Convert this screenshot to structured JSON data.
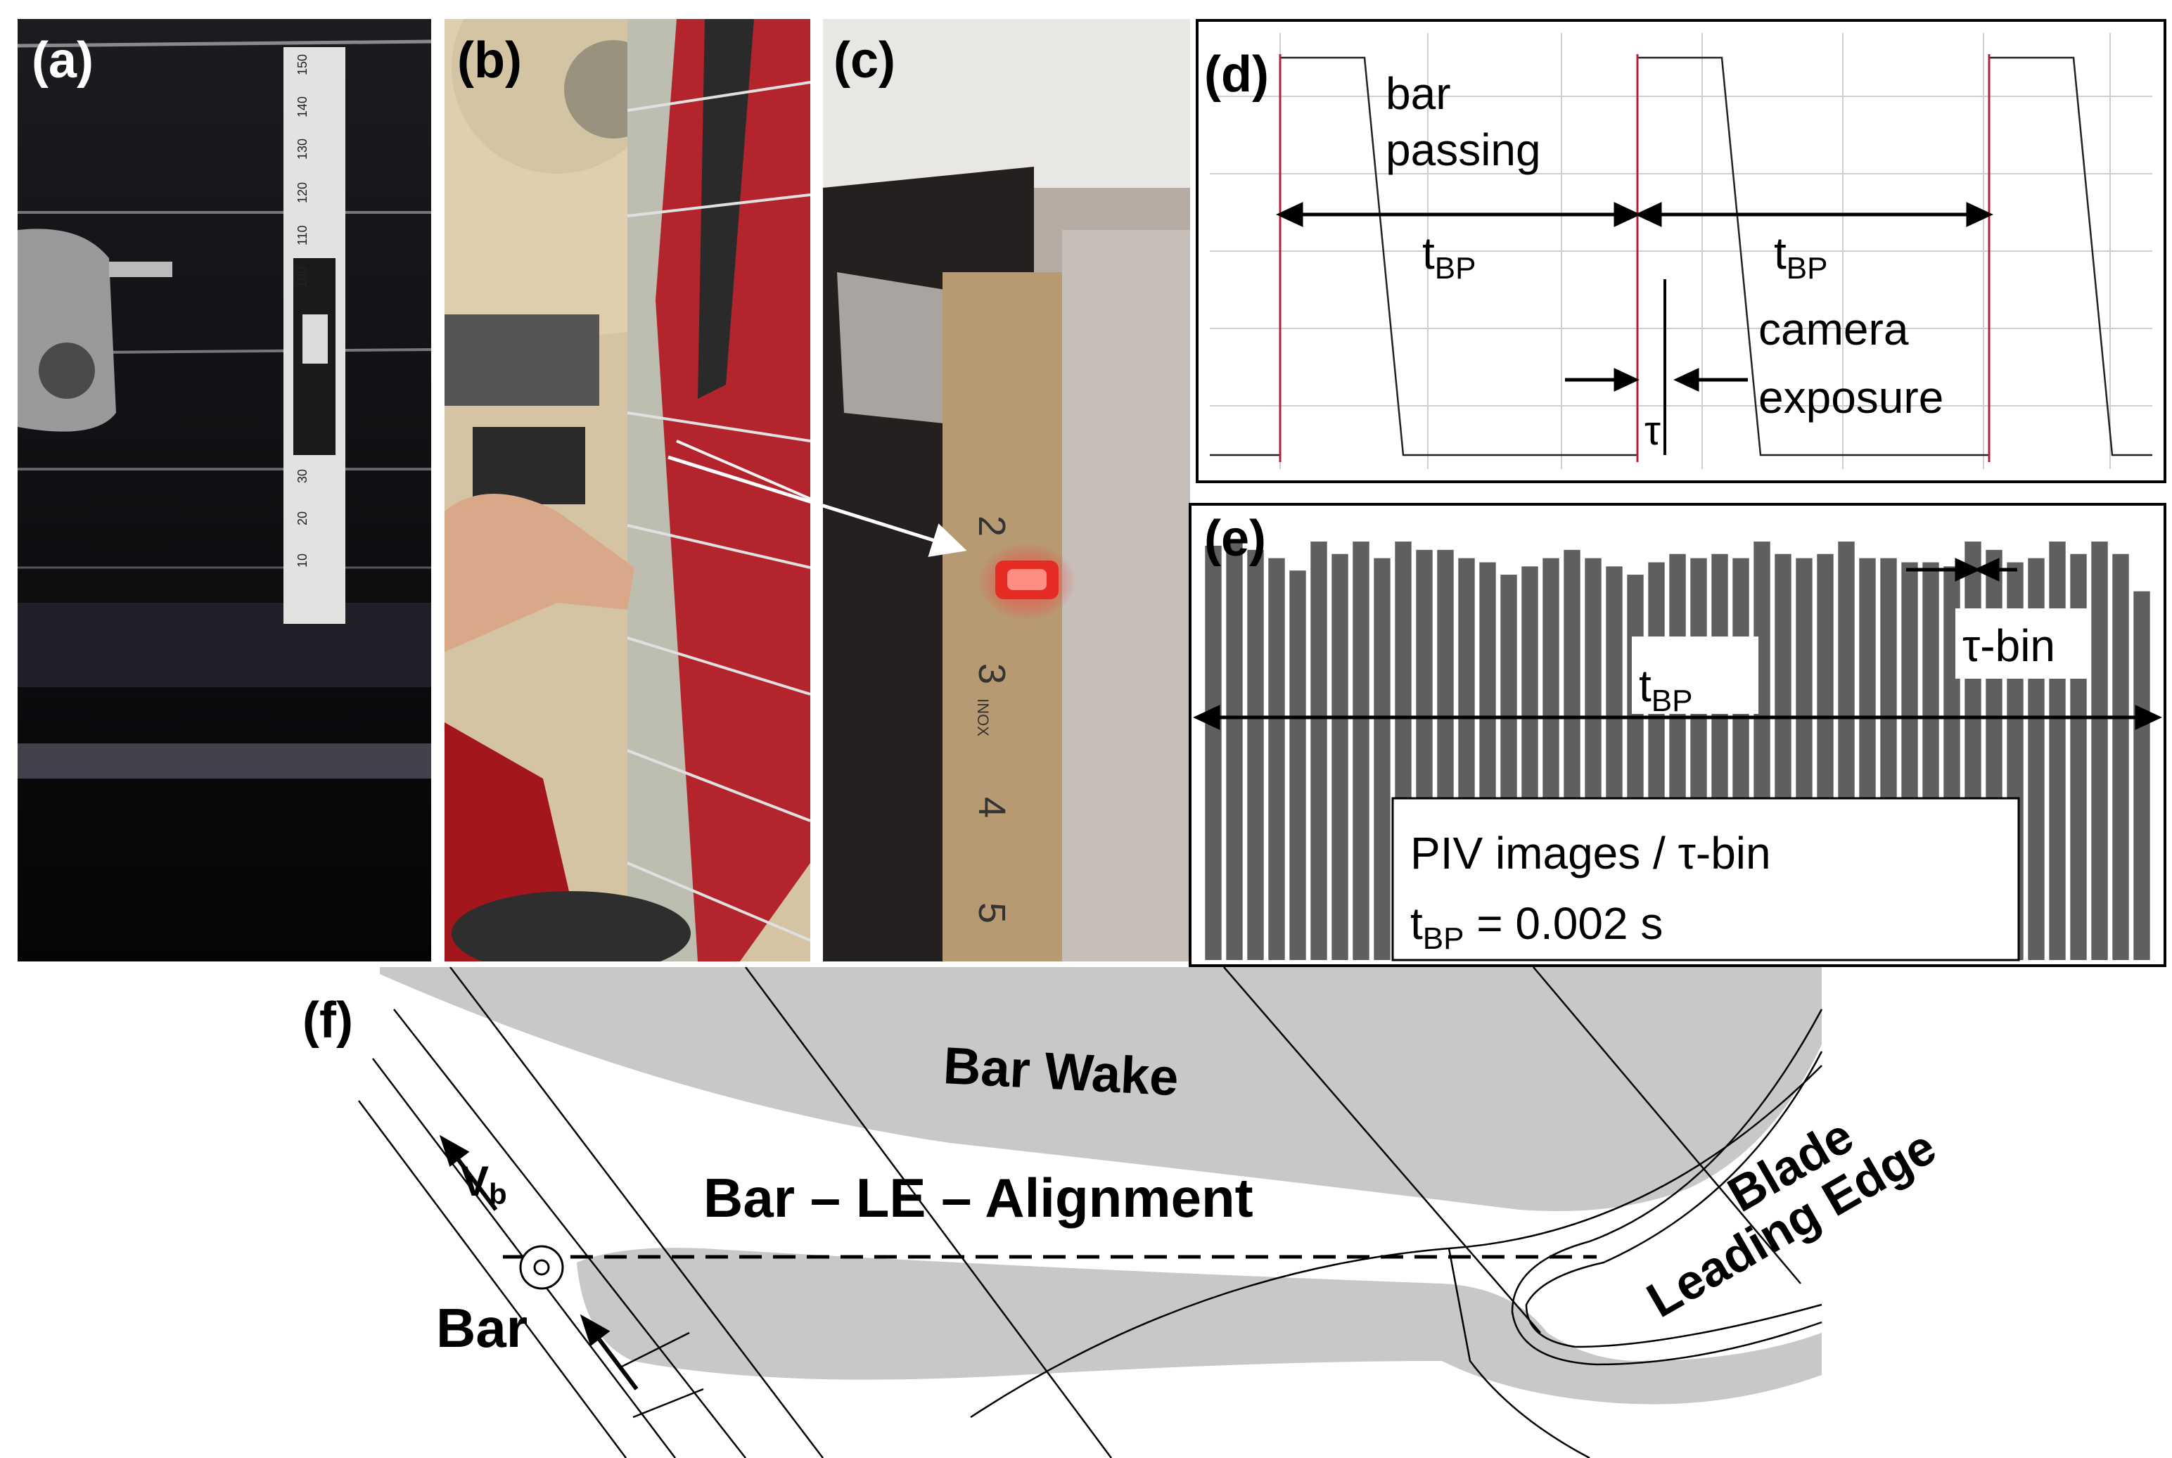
{
  "panel_labels": {
    "a": "(a)",
    "b": "(b)",
    "c": "(c)",
    "d": "(d)",
    "e": "(e)",
    "f": "(f)"
  },
  "ruler_a": [
    "150",
    "140",
    "130",
    "120",
    "110",
    "100",
    "30",
    "20",
    "10"
  ],
  "ruler_c": [
    "2",
    "3",
    "4",
    "5"
  ],
  "ruler_c_mark": "INOX",
  "signal": {
    "label_line1": "bar",
    "label_line2": "passing",
    "tbp_main": "t",
    "tbp_sub": "BP",
    "tau": "τ",
    "cam_line1": "camera",
    "cam_line2": "exposure"
  },
  "histogram": {
    "tbp_main": "t",
    "tbp_sub": "BP",
    "tau_bin": "τ-bin",
    "box_line1": "PIV images / τ-bin",
    "box_line2_main": "t",
    "box_line2_sub": "BP",
    "box_line2_tail": " = 0.002 s"
  },
  "chart_data": {
    "type": "bar",
    "title": "",
    "xlabel": "",
    "ylabel": "",
    "series": [
      {
        "values": [
          100,
          101,
          99,
          97,
          94,
          101,
          98,
          101,
          97,
          101,
          99,
          99,
          97,
          96,
          93,
          95,
          97,
          99,
          97,
          95,
          93,
          96,
          98,
          97,
          98,
          97,
          101,
          98,
          97,
          98,
          101,
          97,
          97,
          96,
          96,
          95,
          101,
          99,
          96,
          97,
          101,
          98,
          101,
          98,
          89
        ]
      }
    ]
  },
  "schematic": {
    "bar_wake": "Bar Wake",
    "vb_main": "V",
    "vb_sub": "b",
    "alignment": "Bar – LE – Alignment",
    "bar": "Bar",
    "blade_line1": "Blade",
    "blade_line2": "Leading Edge"
  },
  "colors": {
    "bars": "#5f5f5f",
    "wake": "#c8c8c8",
    "grid": "#cfcfcf",
    "signal": "#222222",
    "marker": "#b0203a"
  }
}
